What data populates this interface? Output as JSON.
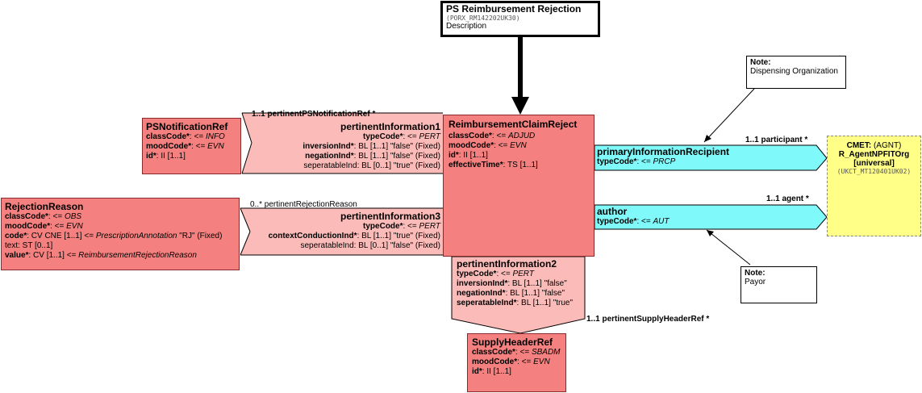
{
  "header_box": {
    "title": "PS Reimbursement Rejection",
    "id": "(PORX_RM142202UK30)",
    "desc": "Description"
  },
  "main_act": {
    "title": "ReimbursementClaimReject",
    "attrs": [
      {
        "name": "classCode*",
        "rest": ": <= ",
        "italic": "ADJUD"
      },
      {
        "name": "moodCode*",
        "rest": ": <= ",
        "italic": "EVN"
      },
      {
        "name": "id*",
        "rest": ": II [1..1]",
        "italic": ""
      },
      {
        "name": "effectiveTime*",
        "rest": ": TS [1..1]",
        "italic": ""
      }
    ]
  },
  "ps_notification_ref": {
    "title": "PSNotificationRef",
    "attrs": [
      {
        "name": "classCode*",
        "rest": ": <= ",
        "italic": "INFO"
      },
      {
        "name": "moodCode*",
        "rest": ": <= ",
        "italic": "EVN"
      },
      {
        "name": "id*",
        "rest": ": II [1..1]",
        "italic": ""
      }
    ]
  },
  "pertinent_information1": {
    "title": "pertinentInformation1",
    "assoc_label": "1..1 pertinentPSNotificationRef  *",
    "lines": [
      {
        "name": "typeCode*",
        "rest": ": <= ",
        "italic": "PERT",
        "bold": true
      },
      {
        "name": "inversionInd*",
        "rest": ": BL [1..1] \"false\" (Fixed)",
        "italic": "",
        "bold": true
      },
      {
        "name": "negationInd*",
        "rest": ": BL [1..1] \"false\" (Fixed)",
        "italic": "",
        "bold": true
      },
      {
        "name": "seperatableInd",
        "rest": ": BL [0..1] \"true\" (Fixed)",
        "italic": "",
        "bold": false
      }
    ]
  },
  "rejection_reason": {
    "title": "RejectionReason",
    "attrs": [
      {
        "name": "classCode*",
        "rest": ": <= ",
        "italic": "OBS",
        "bold": true
      },
      {
        "name": "moodCode*",
        "rest": ": <= ",
        "italic": "EVN",
        "bold": true
      },
      {
        "name": "code*",
        "rest": ": CV CNE [1..1] <= ",
        "italic": "PrescriptionAnnotation",
        "tail": " \"RJ\" (Fixed)",
        "bold": true
      },
      {
        "name": "text",
        "rest": ": ST [0..1]",
        "italic": "",
        "bold": false
      },
      {
        "name": "value*",
        "rest": ": CV [1..1] <= ",
        "italic": "ReimbursementRejectionReason",
        "bold": true
      }
    ]
  },
  "pertinent_information3": {
    "title": "pertinentInformation3",
    "assoc_label": "0..* pertinentRejectionReason",
    "lines": [
      {
        "name": "typeCode*",
        "rest": ": <= ",
        "italic": "PERT",
        "bold": true
      },
      {
        "name": "contextConductionInd*",
        "rest": ": BL [1..1] \"true\" (Fixed)",
        "italic": "",
        "bold": true
      },
      {
        "name": "seperatableInd",
        "rest": ": BL [0..1] \"false\" (Fixed)",
        "italic": "",
        "bold": false
      }
    ]
  },
  "pertinent_information2": {
    "title": "pertinentInformation2",
    "assoc_label": "1..1 pertinentSupplyHeaderRef  *",
    "lines": [
      {
        "name": "typeCode*",
        "rest": ": <= ",
        "italic": "PERT"
      },
      {
        "name": "inversionInd*",
        "rest": ": BL [1..1] \"false\"",
        "italic": ""
      },
      {
        "name": "negationInd*",
        "rest": ": BL [1..1] \"false\"",
        "italic": ""
      },
      {
        "name": "seperatableInd*",
        "rest": ": BL [1..1] \"true\"",
        "italic": ""
      }
    ]
  },
  "supply_header_ref": {
    "title": "SupplyHeaderRef",
    "attrs": [
      {
        "name": "classCode*",
        "rest": ": <= ",
        "italic": "SBADM"
      },
      {
        "name": "moodCode*",
        "rest": ": <= ",
        "italic": "EVN"
      },
      {
        "name": "id*",
        "rest": ": II [1..1]",
        "italic": ""
      }
    ]
  },
  "primary_information_recipient": {
    "title": "primaryInformationRecipient",
    "assoc_label": "1..1 participant  *",
    "type_name": "typeCode*",
    "type_rest": ": <= ",
    "type_italic": "PRCP"
  },
  "author": {
    "title": "author",
    "assoc_label": "1..1 agent  *",
    "type_name": "typeCode*",
    "type_rest": ": <= ",
    "type_italic": "AUT"
  },
  "cmet": {
    "line1_bold": "CMET:",
    "line1_rest": " (AGNT)",
    "line2": "R_AgentNPFITOrg",
    "line3": "[universal]",
    "id": "(UKCT_MT120401UK02)"
  },
  "note_dispensing": {
    "label": "Note:",
    "text": "Dispensing Organization"
  },
  "note_payor": {
    "label": "Note:",
    "text": "Payor"
  },
  "colors": {
    "act": "#f4817f",
    "relationship": "#fbbcb9",
    "participation": "#7ff9f9",
    "cmet": "#ffff88"
  }
}
